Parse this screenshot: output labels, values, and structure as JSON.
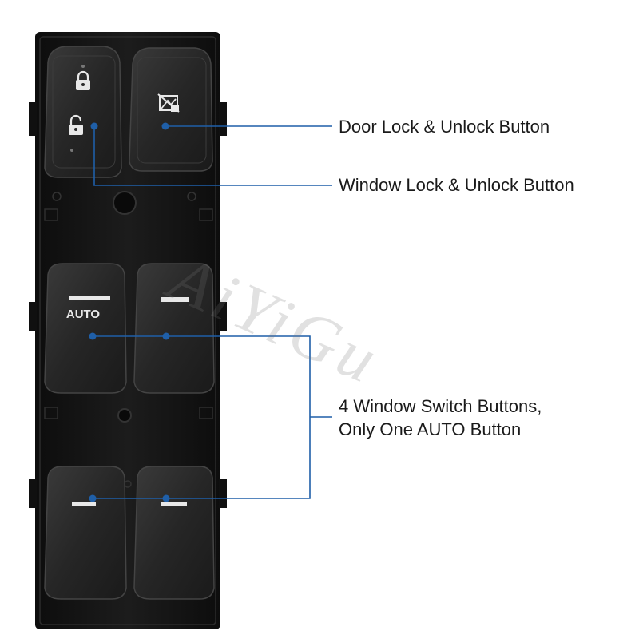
{
  "callouts": {
    "door_lock": "Door Lock & Unlock Button",
    "window_lock": "Window Lock & Unlock Button",
    "window_switches_line1": "4 Window Switch Buttons,",
    "window_switches_line2": "Only One AUTO Button"
  },
  "buttons": {
    "auto_label": "AUTO"
  },
  "watermark": "AiYiGu",
  "colors": {
    "leader_line": "#1f5fa8",
    "switch_body": "#141414",
    "button_face": "#2a2a2a",
    "indicator": "#e8e8e8"
  },
  "icons": {
    "lock": "padlock-closed-icon",
    "unlock": "padlock-open-icon",
    "window_lock": "window-lock-icon"
  }
}
